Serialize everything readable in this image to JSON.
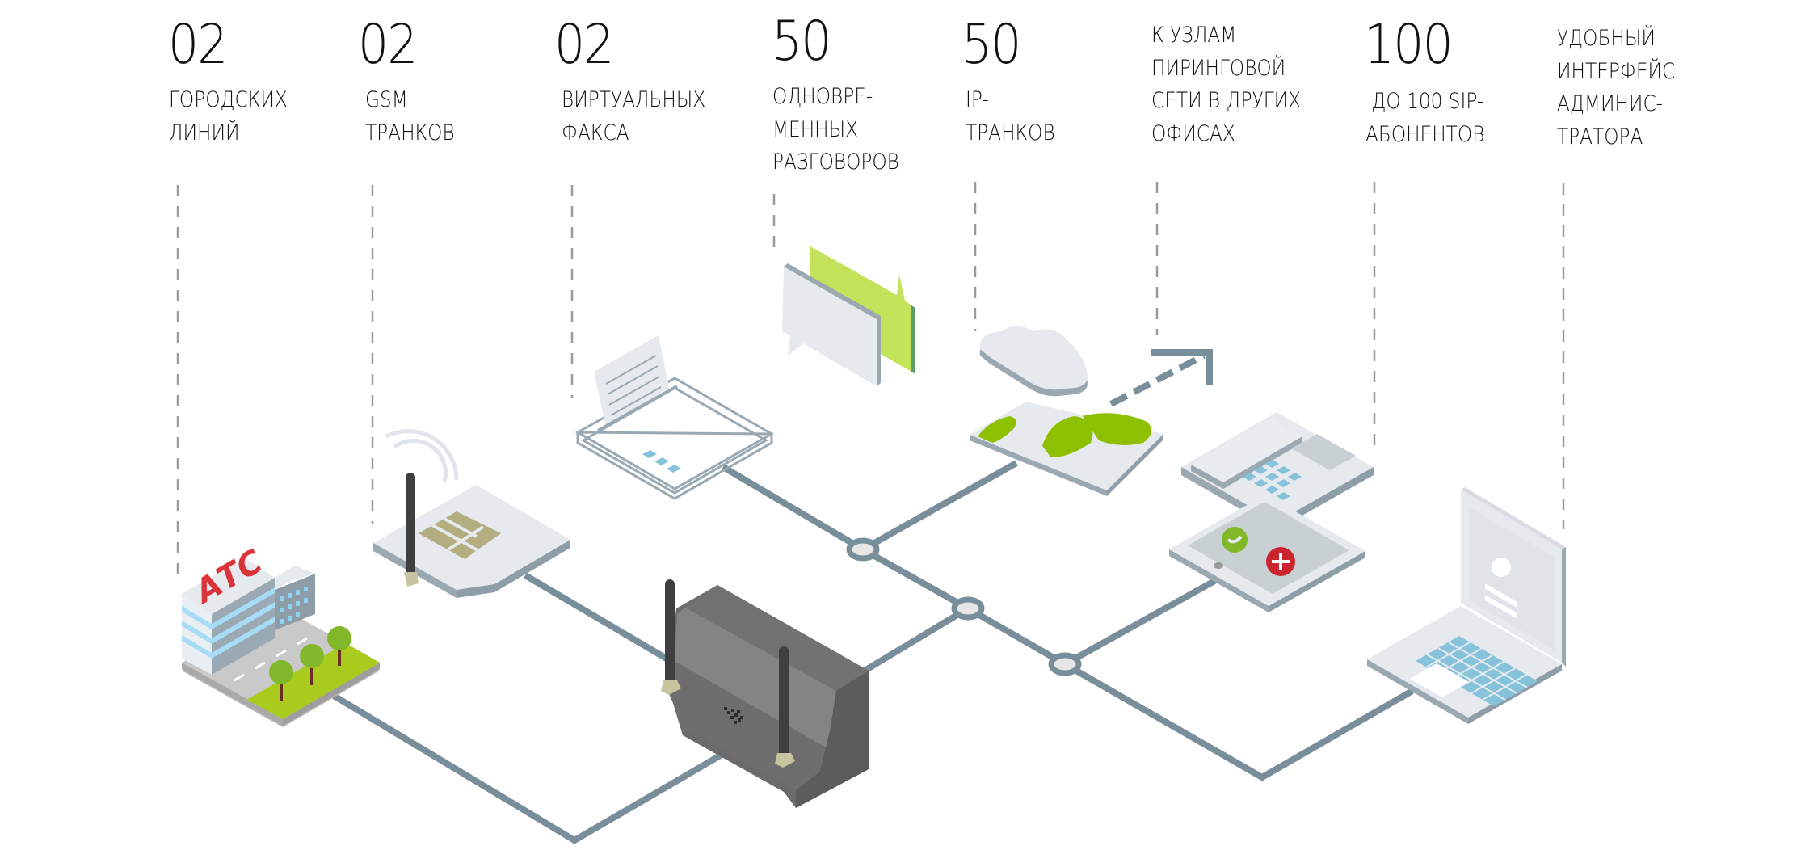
{
  "features": [
    {
      "id": "city-lines",
      "number": "02",
      "label_lines": [
        "ГОРОДСКИХ",
        "ЛИНИЙ"
      ],
      "icon": "building-icon"
    },
    {
      "id": "gsm-trunks",
      "number": "02",
      "label_lines": [
        "GSM",
        "ТРАНКОВ"
      ],
      "icon": "sim-card-icon"
    },
    {
      "id": "virtual-fax",
      "number": "02",
      "label_lines": [
        "ВИРТУАЛЬНЫХ",
        "ФАКСА"
      ],
      "icon": "fax-icon"
    },
    {
      "id": "simultaneous-calls",
      "number": "50",
      "label_lines": [
        "ОДНОВРЕ-",
        "МЕННЫХ",
        "РАЗГОВОРОВ"
      ],
      "icon": "chat-bubbles-icon"
    },
    {
      "id": "ip-trunks",
      "number": "50",
      "label_lines": [
        "IP-",
        "ТРАНКОВ"
      ],
      "icon": "cloud-map-icon"
    },
    {
      "id": "peering",
      "number": "",
      "label_lines": [
        "К УЗЛАМ",
        "ПИРИНГОВОЙ",
        "СЕТИ В ДРУГИХ",
        "ОФИСАХ"
      ],
      "icon": "arrow-out-icon"
    },
    {
      "id": "sip-subscribers",
      "number": "100",
      "label_lines": [
        " ДО 100 SIP-",
        "АБОНЕНТОВ"
      ],
      "icon": "desk-phone-icon"
    },
    {
      "id": "admin-ui",
      "number": "",
      "label_lines": [
        "УДОБНЫЙ",
        "ИНТЕРФЕЙС",
        "АДМИНИС-",
        "ТРАТОРА"
      ],
      "icon": "laptop-icon"
    }
  ],
  "building_sign": "АТС",
  "colors": {
    "network_line": "#788e9b",
    "dashed_line": "#9a9a9a",
    "device_light": "#e6e9ee",
    "device_edge": "#9aa8b2",
    "router_body": "#6b6b6b",
    "accent_green": "#8cc000",
    "bubble_green": "#c3e35a",
    "sign_red": "#d9343a",
    "key_blue": "#86c3da",
    "chip_gold": "#b3ad80"
  }
}
